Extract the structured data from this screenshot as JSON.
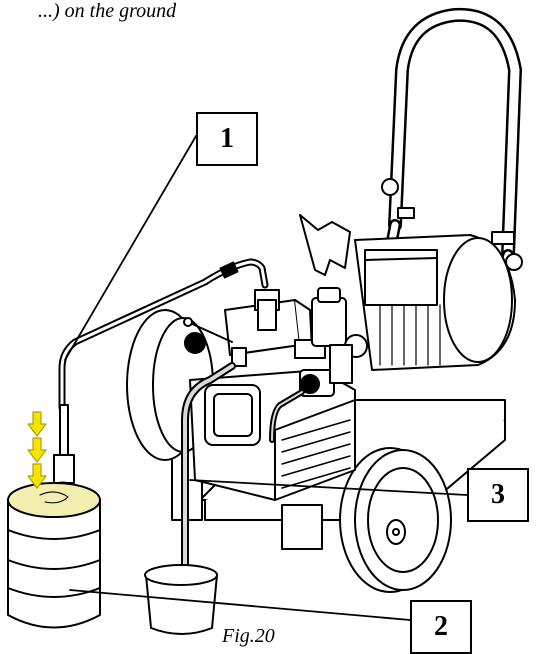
{
  "caption_top": "...) on the ground",
  "figure_caption": "Fig.20",
  "callouts": {
    "one": "1",
    "two": "2",
    "three": "3"
  },
  "colors": {
    "line": "#000000",
    "paint": "#f2eeb0",
    "arrow_fill": "#f5e400",
    "arrow_stroke": "#b3a100",
    "machine_fill": "#ffffff",
    "shade": "#d9d9d9"
  }
}
